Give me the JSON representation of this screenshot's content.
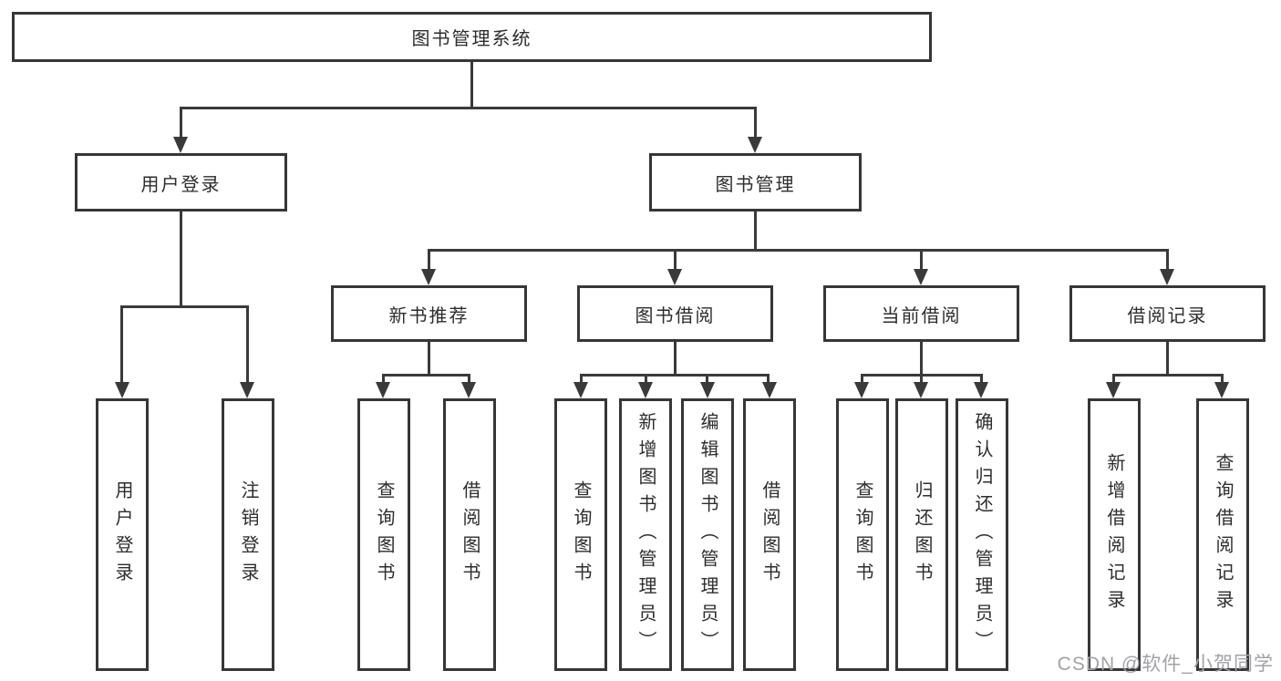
{
  "tree": {
    "root": "图书管理系统",
    "children": [
      {
        "label": "用户登录",
        "children": [
          {
            "label": "用户登录"
          },
          {
            "label": "注销登录"
          }
        ]
      },
      {
        "label": "图书管理",
        "children": [
          {
            "label": "新书推荐",
            "children": [
              {
                "label": "查询图书"
              },
              {
                "label": "借阅图书"
              }
            ]
          },
          {
            "label": "图书借阅",
            "children": [
              {
                "label": "查询图书"
              },
              {
                "label": "新增图书（管理员）"
              },
              {
                "label": "编辑图书（管理员）"
              },
              {
                "label": "借阅图书"
              }
            ]
          },
          {
            "label": "当前借阅",
            "children": [
              {
                "label": "查询图书"
              },
              {
                "label": "归还图书"
              },
              {
                "label": "确认归还（管理员）"
              }
            ]
          },
          {
            "label": "借阅记录",
            "children": [
              {
                "label": "新增借阅记录"
              },
              {
                "label": "查询借阅记录"
              }
            ]
          }
        ]
      }
    ]
  },
  "watermark": {
    "text": "CSDN @软件_小贺同学"
  },
  "colors": {
    "line": "#3a3a3a",
    "box_border": "#363636",
    "text": "#2d2d2d",
    "watermark": "#a2a2a7",
    "background": "#ffffff"
  }
}
